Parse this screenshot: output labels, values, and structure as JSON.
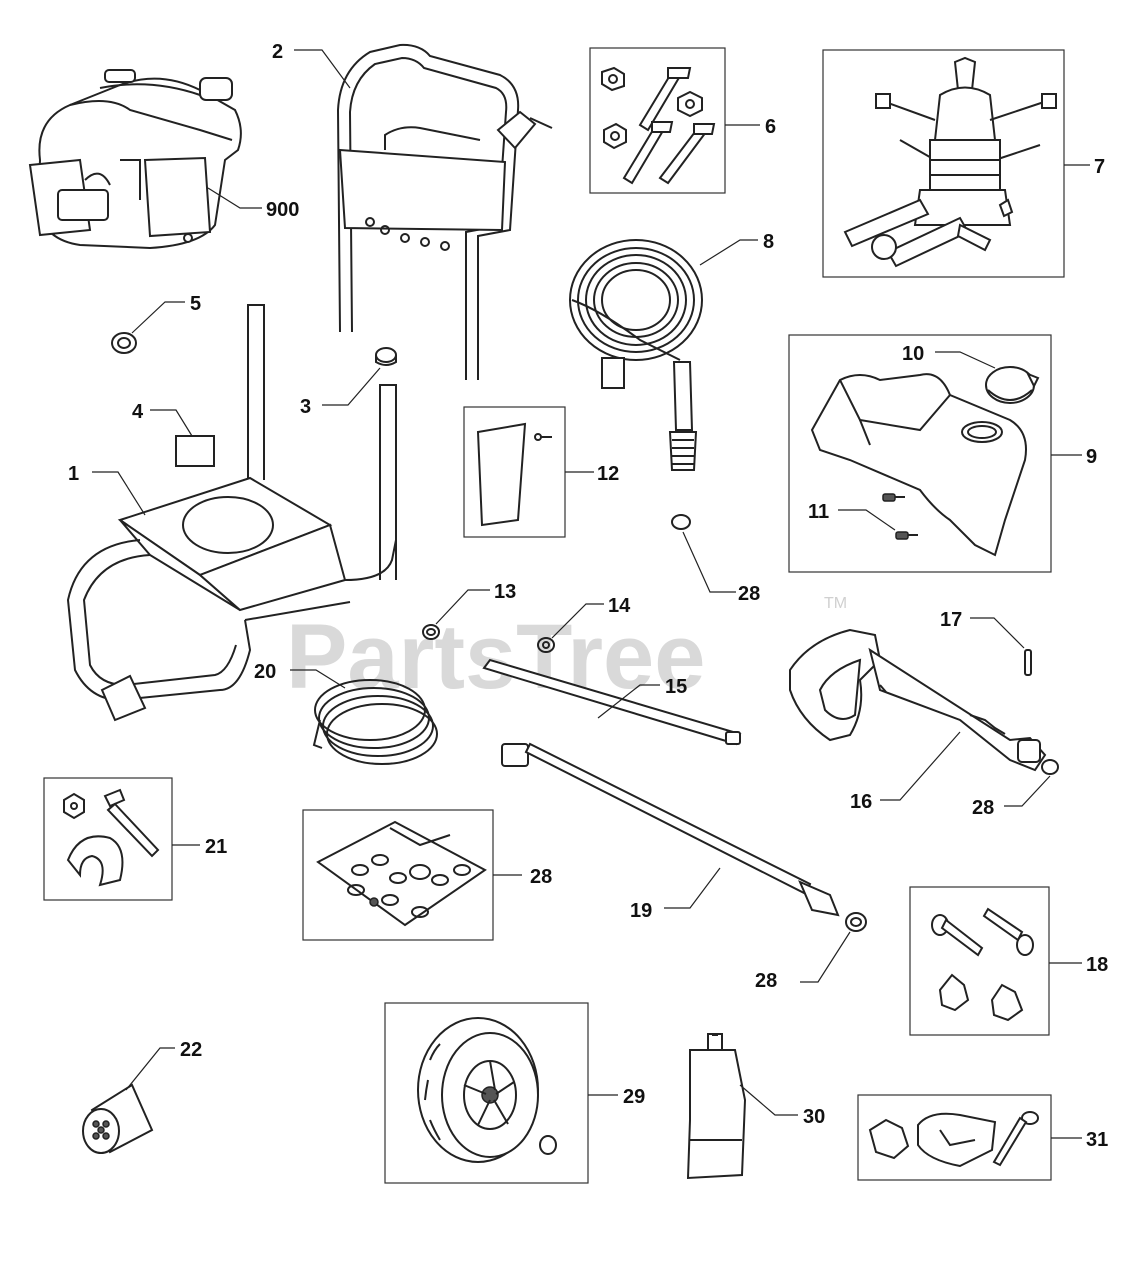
{
  "watermark": {
    "text": "PartsTree",
    "trademark": "TM"
  },
  "callouts": {
    "c900": "900",
    "c1": "1",
    "c2": "2",
    "c3": "3",
    "c4": "4",
    "c5": "5",
    "c6": "6",
    "c7": "7",
    "c8": "8",
    "c9": "9",
    "c10": "10",
    "c11": "11",
    "c12": "12",
    "c13": "13",
    "c14": "14",
    "c15": "15",
    "c16": "16",
    "c17": "17",
    "c18": "18",
    "c19": "19",
    "c20": "20",
    "c21": "21",
    "c22": "22",
    "c28a": "28",
    "c28b": "28",
    "c28c": "28",
    "c28d": "28",
    "c29": "29",
    "c30": "30",
    "c31": "31"
  }
}
